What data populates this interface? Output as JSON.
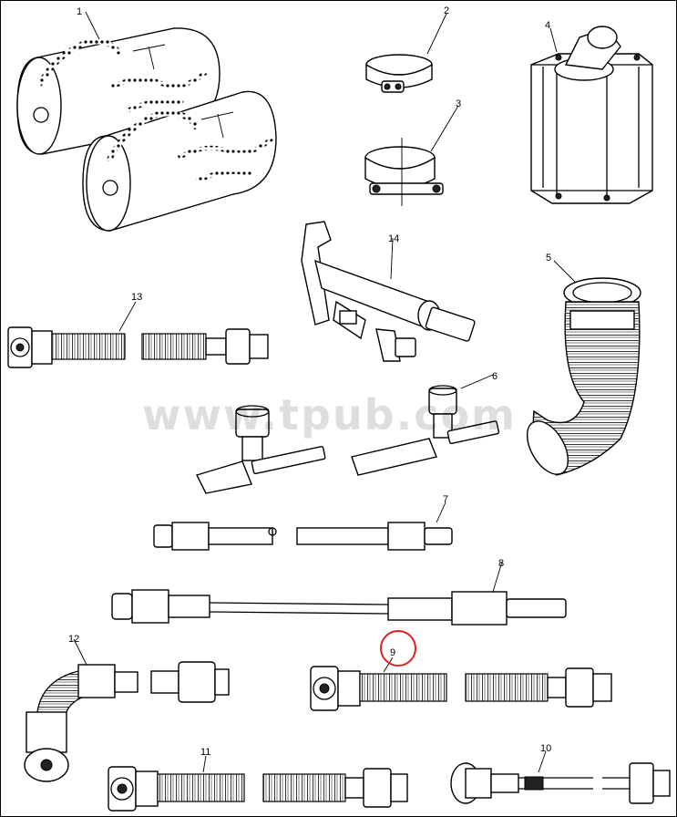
{
  "watermark": "www.tpub.com",
  "highlight_color": "#e02020",
  "callouts": [
    {
      "id": "1",
      "label": "1"
    },
    {
      "id": "2",
      "label": "2"
    },
    {
      "id": "3",
      "label": "3"
    },
    {
      "id": "4",
      "label": "4"
    },
    {
      "id": "5",
      "label": "5"
    },
    {
      "id": "6",
      "label": "6"
    },
    {
      "id": "7",
      "label": "7"
    },
    {
      "id": "8",
      "label": "8"
    },
    {
      "id": "9",
      "label": "9"
    },
    {
      "id": "10",
      "label": "10"
    },
    {
      "id": "11",
      "label": "11"
    },
    {
      "id": "12",
      "label": "12"
    },
    {
      "id": "13",
      "label": "13"
    },
    {
      "id": "14",
      "label": "14"
    }
  ]
}
